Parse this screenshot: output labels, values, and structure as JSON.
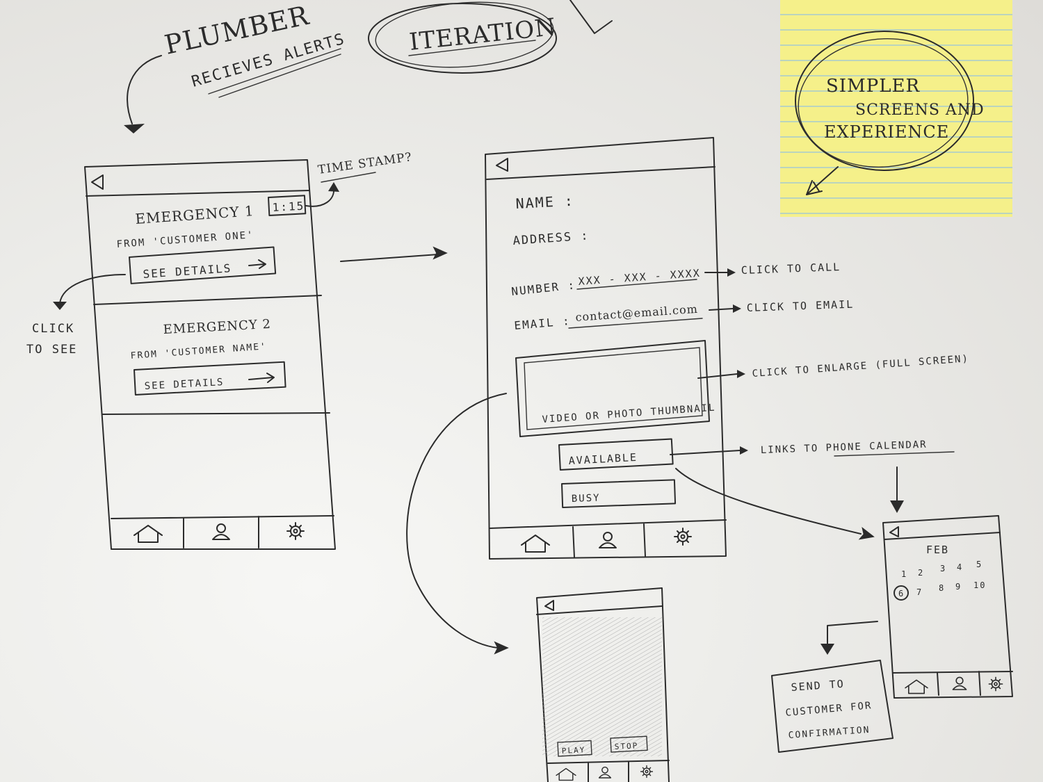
{
  "header": {
    "plumber_line1": "PLUMBER",
    "plumber_line2": "RECIEVES ALERTS",
    "iteration": "ITERATION"
  },
  "sticky_note": {
    "line1": "SIMPLER",
    "line2": "SCREENS AND",
    "line3": "EXPERIENCE",
    "color": "#f5f08a"
  },
  "screen1": {
    "timestamp": "1:15",
    "emergency1_title": "EMERGENCY 1",
    "emergency1_from": "FROM 'CUSTOMER ONE'",
    "emergency1_button": "SEE DETAILS",
    "emergency2_title": "EMERGENCY 2",
    "emergency2_from": "FROM 'CUSTOMER NAME'",
    "emergency2_button": "SEE DETAILS"
  },
  "annotations": {
    "time_stamp": "TIME STAMP?",
    "click_to_see_1": "CLICK",
    "click_to_see_2": "TO SEE",
    "click_to_call": "CLICK TO CALL",
    "click_to_email": "CLICK TO EMAIL",
    "click_to_enlarge": "CLICK TO ENLARGE (FULL SCREEN)",
    "links_to_calendar": "LINKS TO PHONE CALENDAR"
  },
  "screen2": {
    "name_label": "NAME :",
    "address_label": "ADDRESS :",
    "number_label": "NUMBER :",
    "number_value": "XXX - XXX - XXXX",
    "email_label": "EMAIL :",
    "email_value": "contact@email.com",
    "thumbnail_label": "VIDEO OR PHOTO THUMBNAIL",
    "available_button": "AVAILABLE",
    "busy_button": "BUSY"
  },
  "screen3": {
    "play_button": "PLAY",
    "stop_button": "STOP"
  },
  "calendar": {
    "month": "FEB",
    "row1": [
      "1",
      "2",
      "3",
      "4",
      "5"
    ],
    "row2": [
      "6",
      "7",
      "8",
      "9",
      "10"
    ],
    "selected_day": "6"
  },
  "confirmation": {
    "line1": "SEND TO",
    "line2": "CUSTOMER FOR",
    "line3": "CONFIRMATION"
  }
}
